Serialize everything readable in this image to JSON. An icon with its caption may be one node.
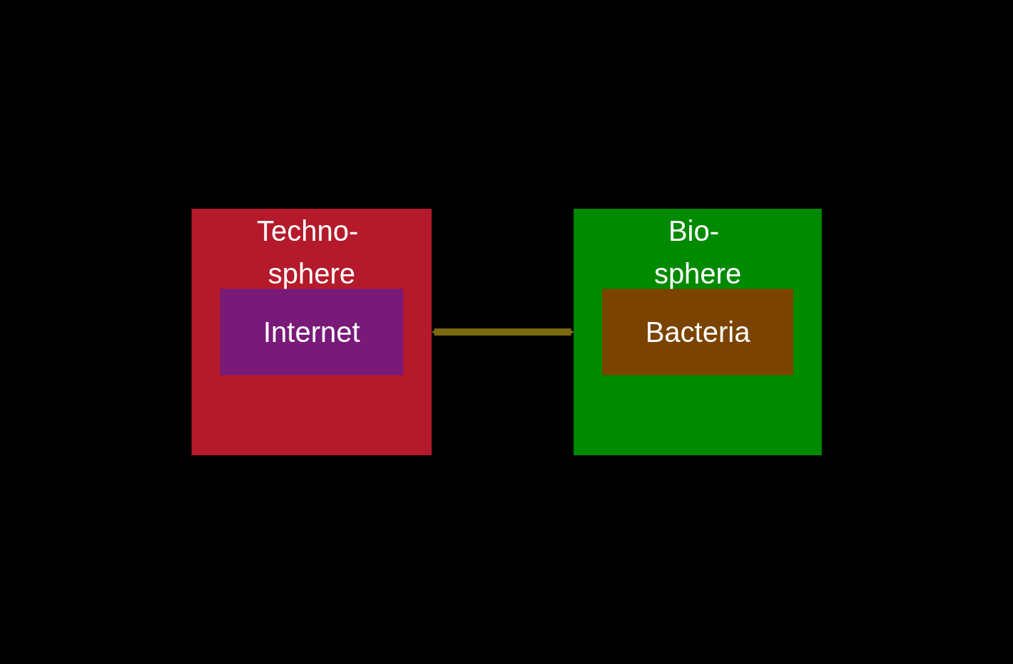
{
  "diagram": {
    "nodes": [
      {
        "text": [
          "Techno- sphere"
        ]
      },
      {
        "text": [
          "Internet"
        ],
        "in": 0
      },
      {
        "text": [
          "Bio- sphere"
        ]
      },
      {
        "text": [
          "Bacteria"
        ],
        "in": 2
      }
    ],
    "edges": [
      {
        "from": 0,
        "to": 2,
        "arrow": "both"
      }
    ]
  }
}
